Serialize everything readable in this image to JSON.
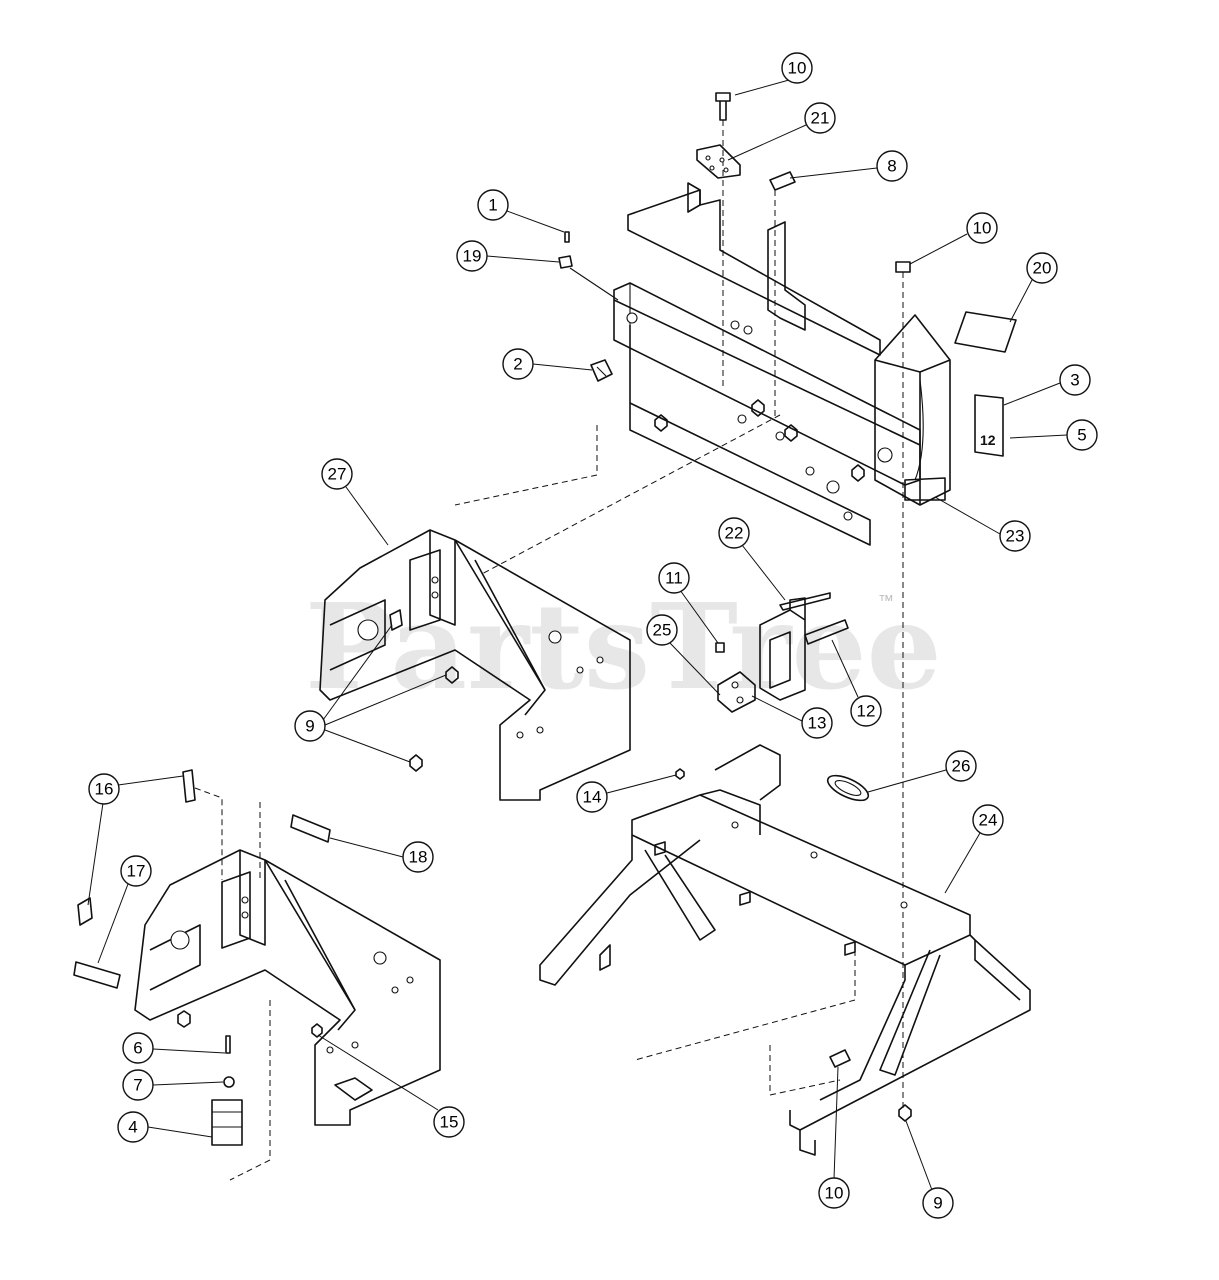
{
  "watermark": {
    "text": "PartsTree",
    "trademark": "™"
  },
  "decal": {
    "text": "12"
  },
  "callouts": [
    {
      "id": "c10a",
      "label": "10"
    },
    {
      "id": "c21",
      "label": "21"
    },
    {
      "id": "c8",
      "label": "8"
    },
    {
      "id": "c1",
      "label": "1"
    },
    {
      "id": "c10b",
      "label": "10"
    },
    {
      "id": "c19",
      "label": "19"
    },
    {
      "id": "c20",
      "label": "20"
    },
    {
      "id": "c2",
      "label": "2"
    },
    {
      "id": "c3",
      "label": "3"
    },
    {
      "id": "c5",
      "label": "5"
    },
    {
      "id": "c27",
      "label": "27"
    },
    {
      "id": "c22",
      "label": "22"
    },
    {
      "id": "c23",
      "label": "23"
    },
    {
      "id": "c11",
      "label": "11"
    },
    {
      "id": "c25",
      "label": "25"
    },
    {
      "id": "c12",
      "label": "12"
    },
    {
      "id": "c9a",
      "label": "9"
    },
    {
      "id": "c13",
      "label": "13"
    },
    {
      "id": "c26",
      "label": "26"
    },
    {
      "id": "c14",
      "label": "14"
    },
    {
      "id": "c16",
      "label": "16"
    },
    {
      "id": "c24",
      "label": "24"
    },
    {
      "id": "c18",
      "label": "18"
    },
    {
      "id": "c17",
      "label": "17"
    },
    {
      "id": "c6",
      "label": "6"
    },
    {
      "id": "c7",
      "label": "7"
    },
    {
      "id": "c4",
      "label": "4"
    },
    {
      "id": "c15",
      "label": "15"
    },
    {
      "id": "c10c",
      "label": "10"
    },
    {
      "id": "c9b",
      "label": "9"
    }
  ]
}
